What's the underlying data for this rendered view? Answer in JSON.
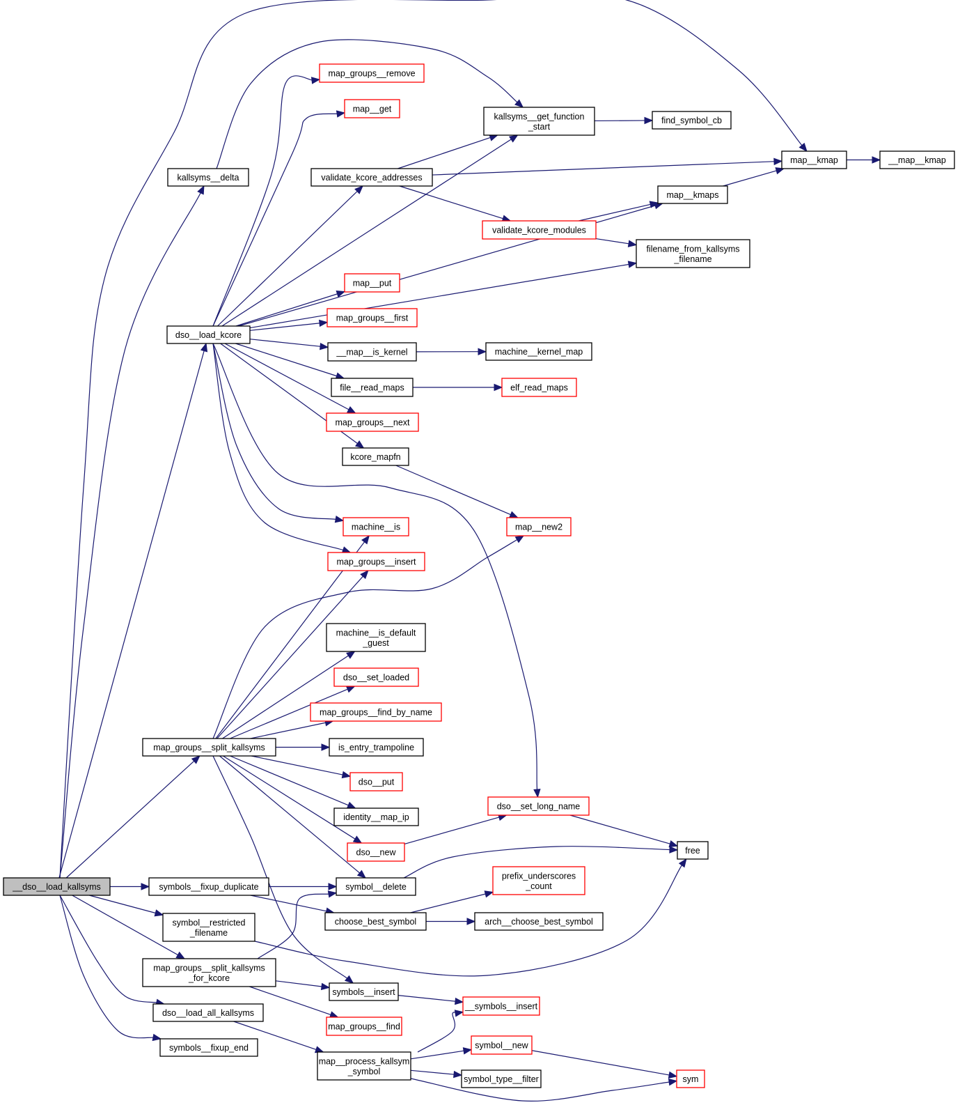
{
  "title": "__dso__load_kallsyms call graph",
  "colors": {
    "edge": "#191970",
    "root_fill": "#bfbfbf",
    "normal_border": "#000000",
    "truncated_border": "#ff0000"
  },
  "nodes": [
    {
      "id": "dso__load_kallsyms",
      "lines": [
        "__dso__load_kallsyms"
      ],
      "kind": "root"
    },
    {
      "id": "kallsyms__delta",
      "lines": [
        "kallsyms__delta"
      ],
      "kind": "normal"
    },
    {
      "id": "dso__load_kcore",
      "lines": [
        "dso__load_kcore"
      ],
      "kind": "normal"
    },
    {
      "id": "map_groups__split_kallsyms",
      "lines": [
        "map_groups__split_kallsyms"
      ],
      "kind": "normal"
    },
    {
      "id": "symbols__fixup_duplicate",
      "lines": [
        "symbols__fixup_duplicate"
      ],
      "kind": "normal"
    },
    {
      "id": "symbol__restricted_filename",
      "lines": [
        "symbol__restricted",
        "_filename"
      ],
      "kind": "normal"
    },
    {
      "id": "map_groups__split_kallsyms_for_kcore",
      "lines": [
        "map_groups__split_kallsyms",
        "_for_kcore"
      ],
      "kind": "normal"
    },
    {
      "id": "dso__load_all_kallsyms",
      "lines": [
        "dso__load_all_kallsyms"
      ],
      "kind": "normal"
    },
    {
      "id": "symbols__fixup_end",
      "lines": [
        "symbols__fixup_end"
      ],
      "kind": "normal"
    },
    {
      "id": "map_groups__remove",
      "lines": [
        "map_groups__remove"
      ],
      "kind": "truncated"
    },
    {
      "id": "map__get",
      "lines": [
        "map__get"
      ],
      "kind": "truncated"
    },
    {
      "id": "validate_kcore_addresses",
      "lines": [
        "validate_kcore_addresses"
      ],
      "kind": "normal"
    },
    {
      "id": "map__put",
      "lines": [
        "map__put"
      ],
      "kind": "truncated"
    },
    {
      "id": "map_groups__first",
      "lines": [
        "map_groups__first"
      ],
      "kind": "truncated"
    },
    {
      "id": "__map__is_kernel",
      "lines": [
        "__map__is_kernel"
      ],
      "kind": "normal"
    },
    {
      "id": "file__read_maps",
      "lines": [
        "file__read_maps"
      ],
      "kind": "normal"
    },
    {
      "id": "map_groups__next",
      "lines": [
        "map_groups__next"
      ],
      "kind": "truncated"
    },
    {
      "id": "kcore_mapfn",
      "lines": [
        "kcore_mapfn"
      ],
      "kind": "normal"
    },
    {
      "id": "machine__is",
      "lines": [
        "machine__is"
      ],
      "kind": "truncated"
    },
    {
      "id": "map_groups__insert",
      "lines": [
        "map_groups__insert"
      ],
      "kind": "truncated"
    },
    {
      "id": "machine__is_default_guest",
      "lines": [
        "machine__is_default",
        "_guest"
      ],
      "kind": "normal"
    },
    {
      "id": "dso__set_loaded",
      "lines": [
        "dso__set_loaded"
      ],
      "kind": "truncated"
    },
    {
      "id": "map_groups__find_by_name",
      "lines": [
        "map_groups__find_by_name"
      ],
      "kind": "truncated"
    },
    {
      "id": "is_entry_trampoline",
      "lines": [
        "is_entry_trampoline"
      ],
      "kind": "normal"
    },
    {
      "id": "dso__put",
      "lines": [
        "dso__put"
      ],
      "kind": "truncated"
    },
    {
      "id": "identity__map_ip",
      "lines": [
        "identity__map_ip"
      ],
      "kind": "normal"
    },
    {
      "id": "dso__new",
      "lines": [
        "dso__new"
      ],
      "kind": "truncated"
    },
    {
      "id": "symbol__delete",
      "lines": [
        "symbol__delete"
      ],
      "kind": "normal"
    },
    {
      "id": "choose_best_symbol",
      "lines": [
        "choose_best_symbol"
      ],
      "kind": "normal"
    },
    {
      "id": "symbols__insert",
      "lines": [
        "symbols__insert"
      ],
      "kind": "normal"
    },
    {
      "id": "map_groups__find",
      "lines": [
        "map_groups__find"
      ],
      "kind": "truncated"
    },
    {
      "id": "map__process_kallsym_symbol",
      "lines": [
        "map__process_kallsym",
        "_symbol"
      ],
      "kind": "normal"
    },
    {
      "id": "kallsyms__get_function_start",
      "lines": [
        "kallsyms__get_function",
        "_start"
      ],
      "kind": "normal"
    },
    {
      "id": "validate_kcore_modules",
      "lines": [
        "validate_kcore_modules"
      ],
      "kind": "truncated"
    },
    {
      "id": "machine__kernel_map",
      "lines": [
        "machine__kernel_map"
      ],
      "kind": "normal"
    },
    {
      "id": "elf_read_maps",
      "lines": [
        "elf_read_maps"
      ],
      "kind": "truncated"
    },
    {
      "id": "map__new2",
      "lines": [
        "map__new2"
      ],
      "kind": "truncated"
    },
    {
      "id": "dso__set_long_name",
      "lines": [
        "dso__set_long_name"
      ],
      "kind": "truncated"
    },
    {
      "id": "prefix_underscores_count",
      "lines": [
        "prefix_underscores",
        "_count"
      ],
      "kind": "truncated"
    },
    {
      "id": "arch__choose_best_symbol",
      "lines": [
        "arch__choose_best_symbol"
      ],
      "kind": "normal"
    },
    {
      "id": "__symbols__insert",
      "lines": [
        "__symbols__insert"
      ],
      "kind": "truncated"
    },
    {
      "id": "symbol__new",
      "lines": [
        "symbol__new"
      ],
      "kind": "truncated"
    },
    {
      "id": "symbol_type__filter",
      "lines": [
        "symbol_type__filter"
      ],
      "kind": "normal"
    },
    {
      "id": "find_symbol_cb",
      "lines": [
        "find_symbol_cb"
      ],
      "kind": "normal"
    },
    {
      "id": "map__kmap",
      "lines": [
        "map__kmap"
      ],
      "kind": "normal"
    },
    {
      "id": "map__kmaps",
      "lines": [
        "map__kmaps"
      ],
      "kind": "normal"
    },
    {
      "id": "filename_from_kallsyms_filename",
      "lines": [
        "filename_from_kallsyms",
        "_filename"
      ],
      "kind": "normal"
    },
    {
      "id": "free",
      "lines": [
        "free"
      ],
      "kind": "normal"
    },
    {
      "id": "sym",
      "lines": [
        "sym"
      ],
      "kind": "truncated"
    },
    {
      "id": "__map__kmap",
      "lines": [
        "__map__kmap"
      ],
      "kind": "normal"
    }
  ],
  "edges": [
    [
      "dso__load_kallsyms",
      "map__kmap"
    ],
    [
      "dso__load_kallsyms",
      "kallsyms__delta"
    ],
    [
      "dso__load_kallsyms",
      "dso__load_kcore"
    ],
    [
      "dso__load_kallsyms",
      "map_groups__split_kallsyms"
    ],
    [
      "dso__load_kallsyms",
      "symbols__fixup_duplicate"
    ],
    [
      "dso__load_kallsyms",
      "symbol__restricted_filename"
    ],
    [
      "dso__load_kallsyms",
      "map_groups__split_kallsyms_for_kcore"
    ],
    [
      "dso__load_kallsyms",
      "dso__load_all_kallsyms"
    ],
    [
      "dso__load_kallsyms",
      "symbols__fixup_end"
    ],
    [
      "kallsyms__delta",
      "kallsyms__get_function_start"
    ],
    [
      "dso__load_kcore",
      "map_groups__remove"
    ],
    [
      "dso__load_kcore",
      "map__get"
    ],
    [
      "dso__load_kcore",
      "kallsyms__get_function_start"
    ],
    [
      "dso__load_kcore",
      "validate_kcore_addresses"
    ],
    [
      "dso__load_kcore",
      "map__kmaps"
    ],
    [
      "dso__load_kcore",
      "filename_from_kallsyms_filename"
    ],
    [
      "dso__load_kcore",
      "map__put"
    ],
    [
      "dso__load_kcore",
      "map_groups__first"
    ],
    [
      "dso__load_kcore",
      "__map__is_kernel"
    ],
    [
      "dso__load_kcore",
      "file__read_maps"
    ],
    [
      "dso__load_kcore",
      "map_groups__next"
    ],
    [
      "dso__load_kcore",
      "kcore_mapfn"
    ],
    [
      "dso__load_kcore",
      "machine__is"
    ],
    [
      "dso__load_kcore",
      "map_groups__insert"
    ],
    [
      "dso__load_kcore",
      "dso__set_long_name"
    ],
    [
      "validate_kcore_addresses",
      "kallsyms__get_function_start"
    ],
    [
      "validate_kcore_addresses",
      "map__kmap"
    ],
    [
      "validate_kcore_addresses",
      "validate_kcore_modules"
    ],
    [
      "validate_kcore_modules",
      "map__kmaps"
    ],
    [
      "validate_kcore_modules",
      "filename_from_kallsyms_filename"
    ],
    [
      "kallsyms__get_function_start",
      "find_symbol_cb"
    ],
    [
      "map__kmaps",
      "map__kmap"
    ],
    [
      "map__kmap",
      "__map__kmap"
    ],
    [
      "__map__is_kernel",
      "machine__kernel_map"
    ],
    [
      "file__read_maps",
      "elf_read_maps"
    ],
    [
      "kcore_mapfn",
      "map__new2"
    ],
    [
      "map_groups__split_kallsyms",
      "machine__is"
    ],
    [
      "map_groups__split_kallsyms",
      "map_groups__insert"
    ],
    [
      "map_groups__split_kallsyms",
      "map__new2"
    ],
    [
      "map_groups__split_kallsyms",
      "machine__is_default_guest"
    ],
    [
      "map_groups__split_kallsyms",
      "dso__set_loaded"
    ],
    [
      "map_groups__split_kallsyms",
      "map_groups__find_by_name"
    ],
    [
      "map_groups__split_kallsyms",
      "is_entry_trampoline"
    ],
    [
      "map_groups__split_kallsyms",
      "dso__put"
    ],
    [
      "map_groups__split_kallsyms",
      "identity__map_ip"
    ],
    [
      "map_groups__split_kallsyms",
      "dso__new"
    ],
    [
      "map_groups__split_kallsyms",
      "symbol__delete"
    ],
    [
      "map_groups__split_kallsyms",
      "symbols__insert"
    ],
    [
      "dso__new",
      "dso__set_long_name"
    ],
    [
      "dso__set_long_name",
      "free"
    ],
    [
      "symbol__delete",
      "free"
    ],
    [
      "symbols__fixup_duplicate",
      "symbol__delete"
    ],
    [
      "symbols__fixup_duplicate",
      "choose_best_symbol"
    ],
    [
      "choose_best_symbol",
      "prefix_underscores_count"
    ],
    [
      "choose_best_symbol",
      "arch__choose_best_symbol"
    ],
    [
      "symbol__restricted_filename",
      "free"
    ],
    [
      "map_groups__split_kallsyms_for_kcore",
      "symbol__delete"
    ],
    [
      "map_groups__split_kallsyms_for_kcore",
      "symbols__insert"
    ],
    [
      "map_groups__split_kallsyms_for_kcore",
      "map_groups__find"
    ],
    [
      "dso__load_all_kallsyms",
      "map__process_kallsym_symbol"
    ],
    [
      "symbols__insert",
      "__symbols__insert"
    ],
    [
      "map__process_kallsym_symbol",
      "__symbols__insert"
    ],
    [
      "map__process_kallsym_symbol",
      "symbol__new"
    ],
    [
      "map__process_kallsym_symbol",
      "symbol_type__filter"
    ],
    [
      "map__process_kallsym_symbol",
      "sym"
    ],
    [
      "symbol__new",
      "sym"
    ]
  ]
}
